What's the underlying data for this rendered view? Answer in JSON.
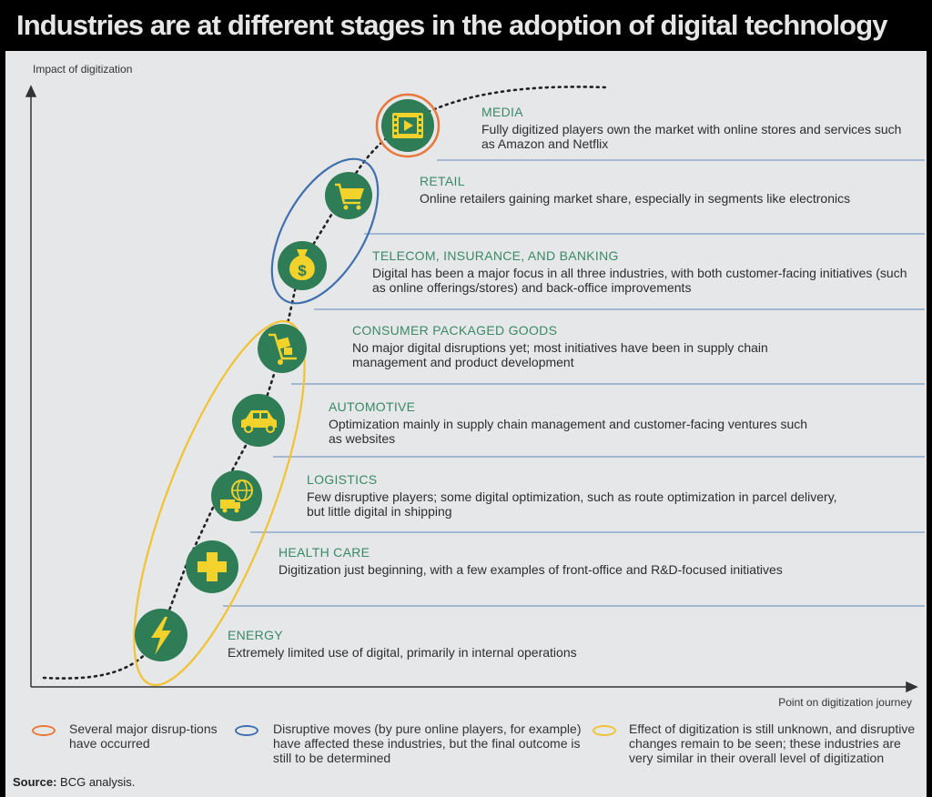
{
  "title": "Industries are at different stages in the adoption of  digital technology",
  "axes": {
    "y_label": "Impact of digitization",
    "x_label": "Point on digitization journey"
  },
  "industries": [
    {
      "name": "MEDIA",
      "description": "Fully digitized players own the market with online stores and services such as Amazon and Netflix",
      "icon": "video-icon",
      "group": "orange"
    },
    {
      "name": "RETAIL",
      "description": "Online retailers gaining market share, especially in segments like electronics",
      "icon": "shopping-cart-icon",
      "group": "blue"
    },
    {
      "name": "TELECOM, INSURANCE, AND BANKING",
      "description": "Digital has been a major focus in all three industries, with both customer-facing initiatives (such as online offerings/stores) and back-office improvements",
      "icon": "money-bag-icon",
      "group": "blue"
    },
    {
      "name": "CONSUMER PACKAGED GOODS",
      "description": "No major digital disruptions yet; most initiatives have been in supply chain management and product development",
      "icon": "hand-truck-icon",
      "group": "yellow"
    },
    {
      "name": "AUTOMOTIVE",
      "description": "Optimization mainly in supply chain management and customer-facing ventures such as websites",
      "icon": "car-icon",
      "group": "yellow"
    },
    {
      "name": "LOGISTICS",
      "description": "Few disruptive players; some digital optimization, such as route optimization in parcel delivery, but little digital in shipping",
      "icon": "globe-truck-icon",
      "group": "yellow"
    },
    {
      "name": "HEALTH CARE",
      "description": "Digitization just beginning, with a few examples of front-office and R&D-focused initiatives",
      "icon": "medical-cross-icon",
      "group": "yellow"
    },
    {
      "name": "ENERGY",
      "description": "Extremely limited use of digital, primarily in internal operations",
      "icon": "lightning-icon",
      "group": "yellow"
    }
  ],
  "legend": [
    {
      "color": "#e8783a",
      "text": "Several major disrup-tions have occurred"
    },
    {
      "color": "#3e6fae",
      "text": "Disruptive moves (by pure online players, for example) have affected these industries, but the final outcome is still to be determined"
    },
    {
      "color": "#f2c230",
      "text": "Effect of digitization is still unknown, and disruptive changes remain to be seen; these industries are very similar in their overall level of digitization"
    }
  ],
  "source": {
    "label": "Source:",
    "text": "BCG analysis."
  },
  "colors": {
    "icon_fill": "#2e7d57",
    "icon_glyph": "#f2d22b",
    "name_text": "#3a8a68",
    "separator": "#7d9cc6",
    "orange": "#e8783a",
    "blue": "#3e6fae",
    "yellow": "#f2c230"
  }
}
